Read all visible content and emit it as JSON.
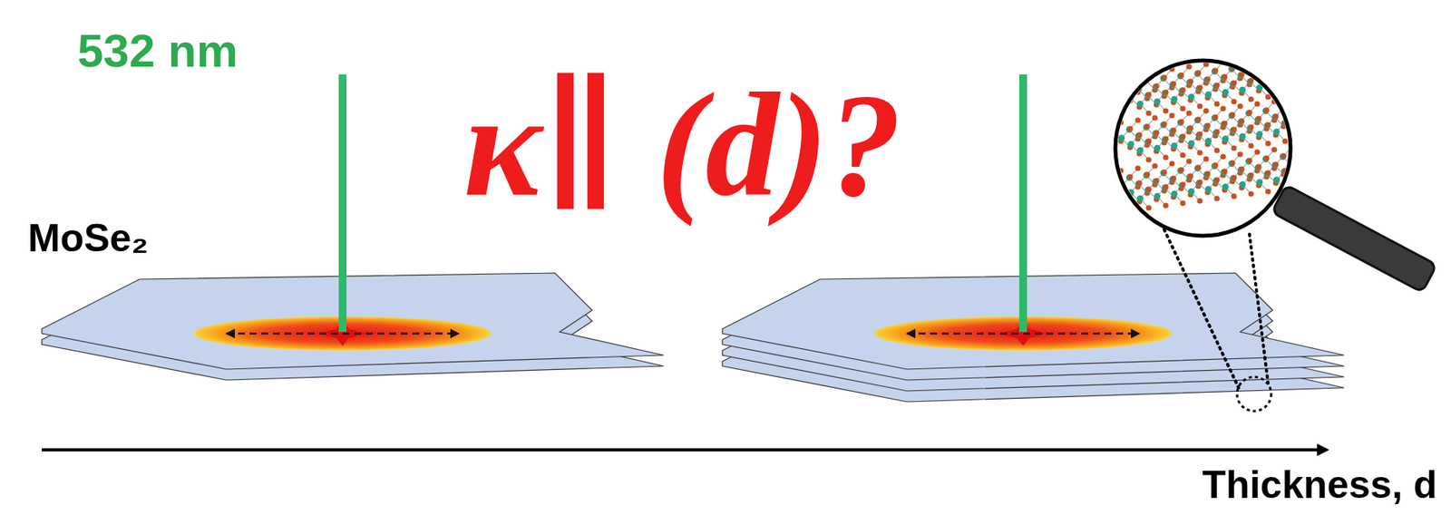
{
  "diagram": {
    "labels": [
      "532 nm",
      "κ∥ (d)?",
      "MoSe₂",
      "Thickness, d"
    ]
  }
}
